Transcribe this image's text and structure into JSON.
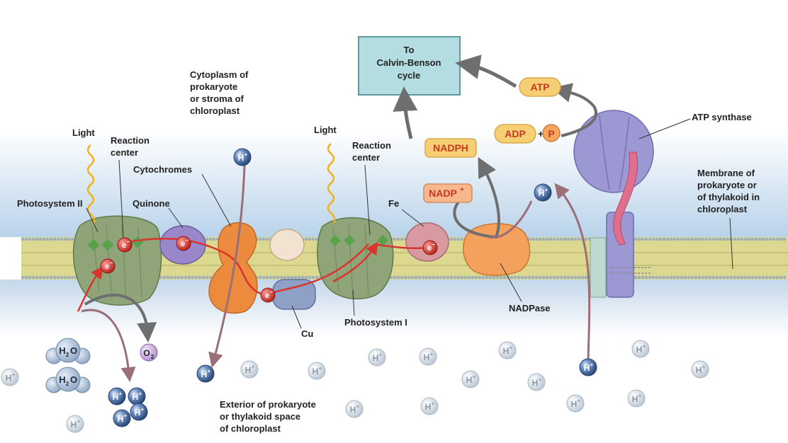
{
  "labels": {
    "calvin_box": [
      "To",
      "Calvin-Benson",
      "cycle"
    ],
    "cytoplasm": [
      "Cytoplasm of",
      "prokaryote",
      "or stroma of",
      "chloroplast"
    ],
    "light_left": "Light",
    "light_right": "Light",
    "reaction_center_left": [
      "Reaction",
      "center"
    ],
    "reaction_center_right": [
      "Reaction",
      "center"
    ],
    "cytochromes": "Cytochromes",
    "photosystem_ii": "Photosystem II",
    "quinone": "Quinone",
    "fe": "Fe",
    "cu": "Cu",
    "photosystem_i": "Photosystem I",
    "nadpase": "NADPase",
    "atp_synthase": "ATP synthase",
    "membrane": [
      "Membrane of",
      "prokaryote or",
      "of thylakoid in",
      "chloroplast"
    ],
    "exterior": [
      "Exterior of prokaryote",
      "or thylakoid space",
      "of chloroplast"
    ]
  },
  "molecules": {
    "atp": "ATP",
    "adp": "ADP",
    "plus": "+",
    "p": "P",
    "nadph": "NADPH",
    "nadp": "NADP",
    "nadp_charge": "+",
    "o2": "O",
    "o2_sub": "2",
    "water_h": "H",
    "water_sub": "2",
    "water_o": "O",
    "electron": "e",
    "electron_charge": "−",
    "proton": "H",
    "proton_charge": "+"
  },
  "colors": {
    "calvin_box_fill": "#b3dde0",
    "calvin_box_stroke": "#5a9aa0",
    "membrane_band": "#dcd890",
    "lipid_head": "#9fb0b8",
    "photosystem_fill": "#8fa579",
    "cytochrome_fill": "#ec8a3e",
    "quinone_fill": "#9a87c9",
    "fe_fill": "#d89aa0",
    "cu_fill": "#8fa0c6",
    "nadpase_fill": "#f3a15c",
    "atp_synthase_fill": "#9b98d3",
    "atp_synthase_core": "#de6f8e",
    "electron_fill": "#d9342e",
    "electron_path": "#d9342e",
    "pill_fill": "#f6cf74",
    "pill_text": "#c63a22",
    "nadp_fill": "#f7b88f",
    "proton_dark": "#3b5a90",
    "proton_light": "#dfe6ee",
    "arrow_gray": "#6e6e6e",
    "arrow_mauve": "#9a6f78"
  }
}
